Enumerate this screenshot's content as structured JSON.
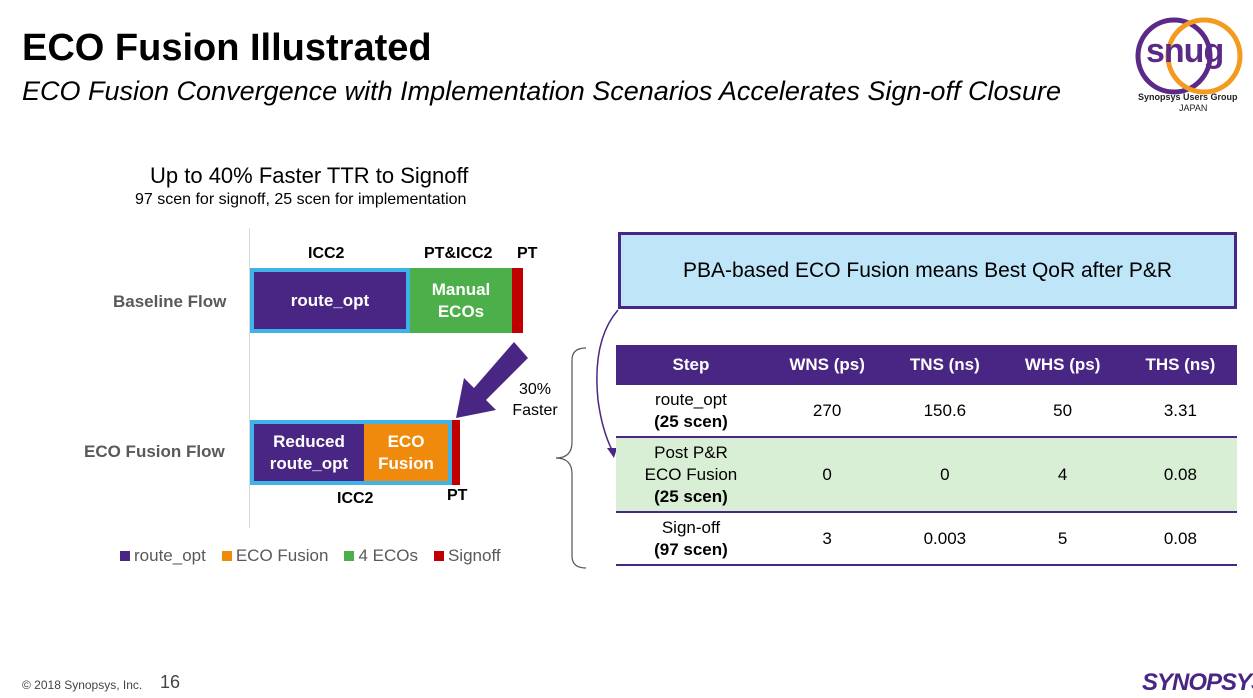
{
  "header": {
    "title": "ECO Fusion Illustrated",
    "subtitle": "ECO Fusion Convergence with Implementation Scenarios Accelerates Sign-off Closure"
  },
  "logo": {
    "main": "snug",
    "sub": "Synopsys Users Group",
    "region": "JAPAN"
  },
  "chart_data": {
    "type": "bar",
    "title": "Up to 40% Faster TTR to Signoff",
    "subtitle": "97 scen for signoff, 25 scen for implementation",
    "categories": [
      "Baseline Flow",
      "ECO Fusion Flow"
    ],
    "series": [
      {
        "name": "route_opt",
        "values": [
          160,
          110
        ]
      },
      {
        "name": "ECO Fusion",
        "values": [
          0,
          84
        ]
      },
      {
        "name": "4 ECOs",
        "values": [
          102,
          0
        ]
      },
      {
        "name": "Signoff",
        "values": [
          11,
          8
        ]
      }
    ],
    "segment_labels": {
      "baseline": [
        "route_opt",
        "Manual ECOs",
        ""
      ],
      "eco": [
        "Reduced route_opt",
        "ECO Fusion",
        ""
      ]
    },
    "top_labels": [
      "ICC2",
      "PT&ICC2",
      "PT"
    ],
    "bottom_labels": [
      "ICC2",
      "PT"
    ],
    "annotation": "30% Faster",
    "legend_placement": "bottom",
    "colors": {
      "route_opt": "#4a2684",
      "ECO Fusion": "#ef8a0c",
      "4 ECOs": "#4daf4a",
      "Signoff": "#c00000",
      "outline": "#3fb3e8"
    }
  },
  "callout": "PBA-based ECO Fusion means Best QoR after P&R",
  "table": {
    "headers": [
      "Step",
      "WNS (ps)",
      "TNS (ns)",
      "WHS (ps)",
      "THS (ns)"
    ],
    "rows": [
      {
        "step": "route_opt",
        "scen": "(25 scen)",
        "wns": "270",
        "tns": "150.6",
        "whs": "50",
        "ths": "3.31"
      },
      {
        "step1": "Post P&R",
        "step2": "ECO Fusion",
        "scen": "(25 scen)",
        "wns": "0",
        "tns": "0",
        "whs": "4",
        "ths": "0.08"
      },
      {
        "step": "Sign-off",
        "scen": "(97 scen)",
        "wns": "3",
        "tns": "0.003",
        "whs": "5",
        "ths": "0.08"
      }
    ]
  },
  "footer": {
    "copyright": "© 2018 Synopsys, Inc.",
    "page": "16",
    "brand": "SYNOPSYS"
  }
}
